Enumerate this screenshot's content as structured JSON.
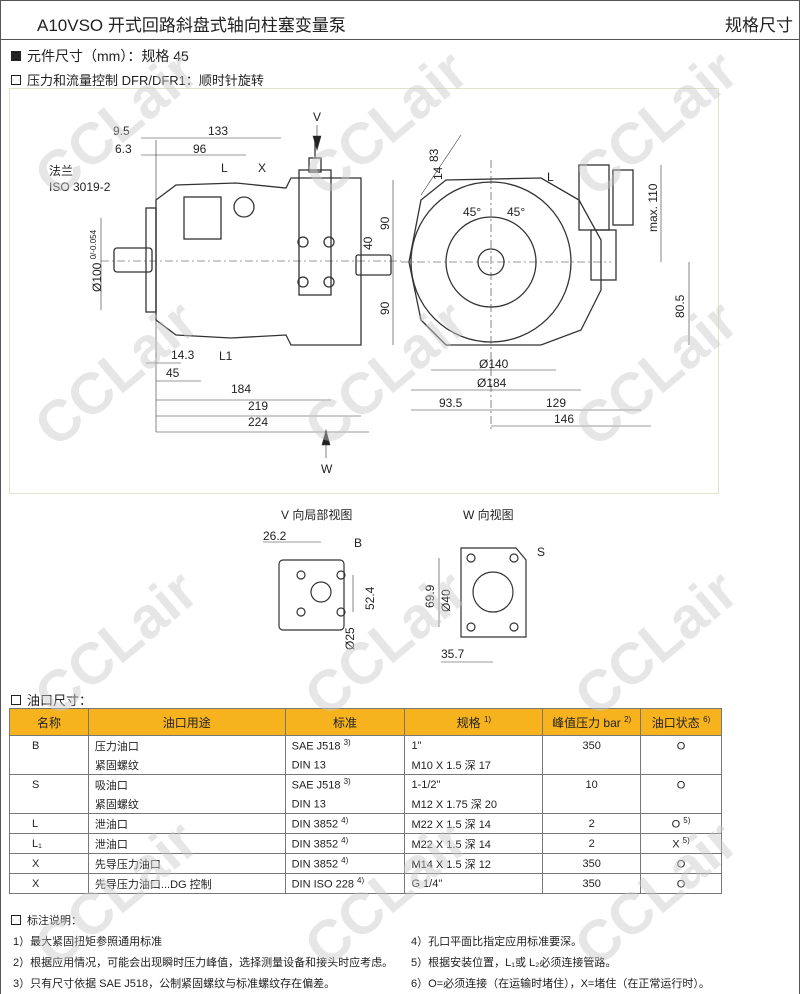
{
  "header": {
    "title": "A10VSO 开式回路斜盘式轴向柱塞变量泵",
    "right": "规格尺寸"
  },
  "sections": {
    "dims": "元件尺寸（mm）：规格 45",
    "control": "压力和流量控制 DFR/DFR1：顺时针旋转",
    "ports": "油口尺寸：",
    "notes": "标注说明："
  },
  "side_view": {
    "d9_5": "9.5",
    "d133": "133",
    "d6_3": "6.3",
    "d96": "96",
    "flange": "法兰",
    "flange_std": "ISO 3019-2",
    "L": "L",
    "X": "X",
    "V": "V",
    "d100": "Ø100",
    "d100_tol": "0/-0.054",
    "d90a": "90",
    "d40": "40",
    "d90b": "90",
    "d14_3": "14.3",
    "L1": "L1",
    "d45": "45",
    "d184": "184",
    "d219": "219",
    "d224": "224",
    "W": "W"
  },
  "front_view": {
    "d83": "83",
    "d14": "14",
    "L": "L",
    "a1": "45°",
    "a2": "45°",
    "max110": "max. 110",
    "d80_5": "80.5",
    "d140": "Ø140",
    "d184": "Ø184",
    "d93_5": "93.5",
    "d129": "129",
    "d146": "146"
  },
  "v_view": {
    "title": "V 向局部视图",
    "d26_2": "26.2",
    "B": "B",
    "d52_4": "52.4",
    "d25": "Ø25"
  },
  "w_view": {
    "title": "W 向视图",
    "S": "S",
    "d69_9": "69.9",
    "d40": "Ø40",
    "d35_7": "35.7"
  },
  "table": {
    "headers": [
      "名称",
      "油口用途",
      "标准",
      "规格",
      "峰值压力 bar",
      "油口状态"
    ],
    "header_sups": [
      "",
      "",
      "",
      "1)",
      "2)",
      "6)"
    ],
    "rows": [
      {
        "name": "B",
        "use": "压力油口",
        "std": "SAE J518",
        "std_sup": "3)",
        "spec": "1\"",
        "pressure": "350",
        "state": "O",
        "state_sup": ""
      },
      {
        "name": "",
        "use": "紧固螺纹",
        "std": "DIN 13",
        "std_sup": "",
        "spec": "M10 X 1.5  深 17",
        "pressure": "",
        "state": "",
        "state_sup": ""
      },
      {
        "name": "S",
        "use": "吸油口",
        "std": "SAE J518",
        "std_sup": "3)",
        "spec": "1-1/2\"",
        "pressure": "10",
        "state": "O",
        "state_sup": ""
      },
      {
        "name": "",
        "use": "紧固螺纹",
        "std": "DIN 13",
        "std_sup": "",
        "spec": "M12 X 1.75  深 20",
        "pressure": "",
        "state": "",
        "state_sup": ""
      },
      {
        "name": "L",
        "use": "泄油口",
        "std": "DIN 3852",
        "std_sup": "4)",
        "spec": "M22 X 1.5  深 14",
        "pressure": "2",
        "state": "O",
        "state_sup": "5)"
      },
      {
        "name": "L₁",
        "use": "泄油口",
        "std": "DIN 3852",
        "std_sup": "4)",
        "spec": "M22 X 1.5  深 14",
        "pressure": "2",
        "state": "X",
        "state_sup": "5)"
      },
      {
        "name": "X",
        "use": "先导压力油口",
        "std": "DIN 3852",
        "std_sup": "4)",
        "spec": "M14 X 1.5  深 12",
        "pressure": "350",
        "state": "O",
        "state_sup": ""
      },
      {
        "name": "X",
        "use": "先导压力油口...DG 控制",
        "std": "DIN ISO 228",
        "std_sup": "4)",
        "spec": "G 1/4\"",
        "pressure": "350",
        "state": "O",
        "state_sup": ""
      }
    ]
  },
  "notes": {
    "n1": "1）最大紧固扭矩参照通用标准",
    "n2": "2）根据应用情况，可能会出现瞬时压力峰值，选择测量设备和接头时应考虑。",
    "n3": "3）只有尺寸依据 SAE J518，公制紧固螺纹与标准螺纹存在偏差。",
    "n4": "4）孔口平面比指定应用标准要深。",
    "n5": "5）根据安装位置，L₁或 L₂必须连接管路。",
    "n6": "6）O=必须连接（在运输时堵住），X=堵住（在正常运行时）。"
  },
  "watermark": "CCLair"
}
